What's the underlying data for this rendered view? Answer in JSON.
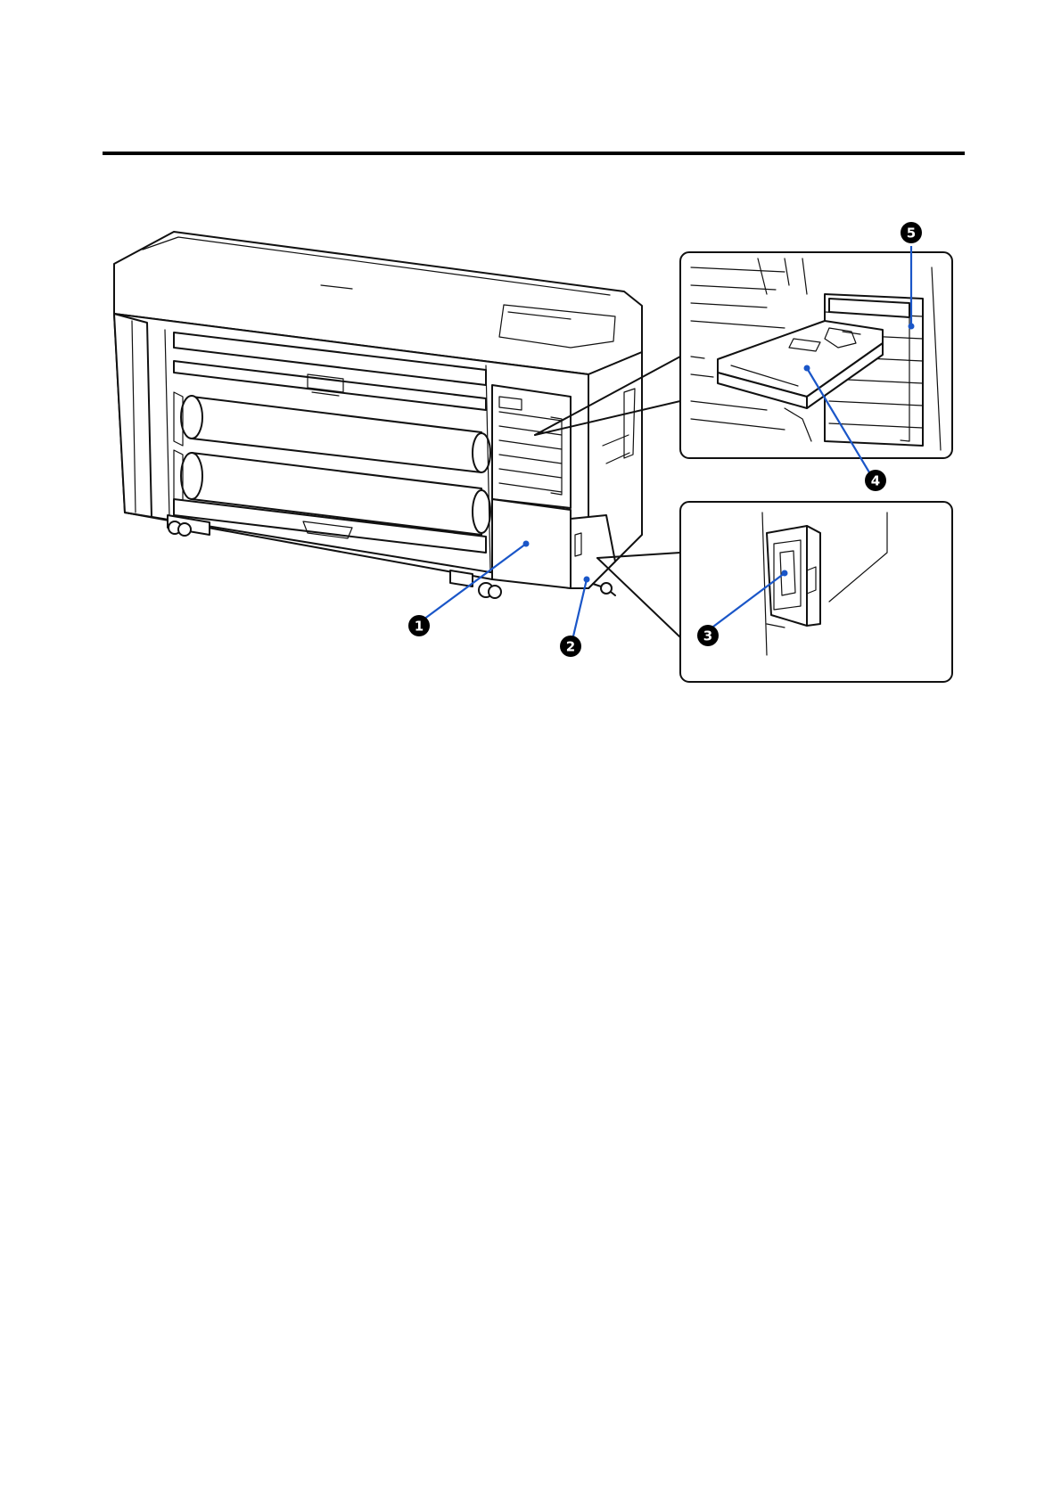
{
  "figure": {
    "callouts": [
      {
        "id": "1",
        "label": "1"
      },
      {
        "id": "2",
        "label": "2"
      },
      {
        "id": "3",
        "label": "3"
      },
      {
        "id": "4",
        "label": "4"
      },
      {
        "id": "5",
        "label": "5"
      }
    ],
    "colors": {
      "leader_line": "#1a56c8",
      "callout_bg": "#000000",
      "ink": "#111111"
    }
  }
}
